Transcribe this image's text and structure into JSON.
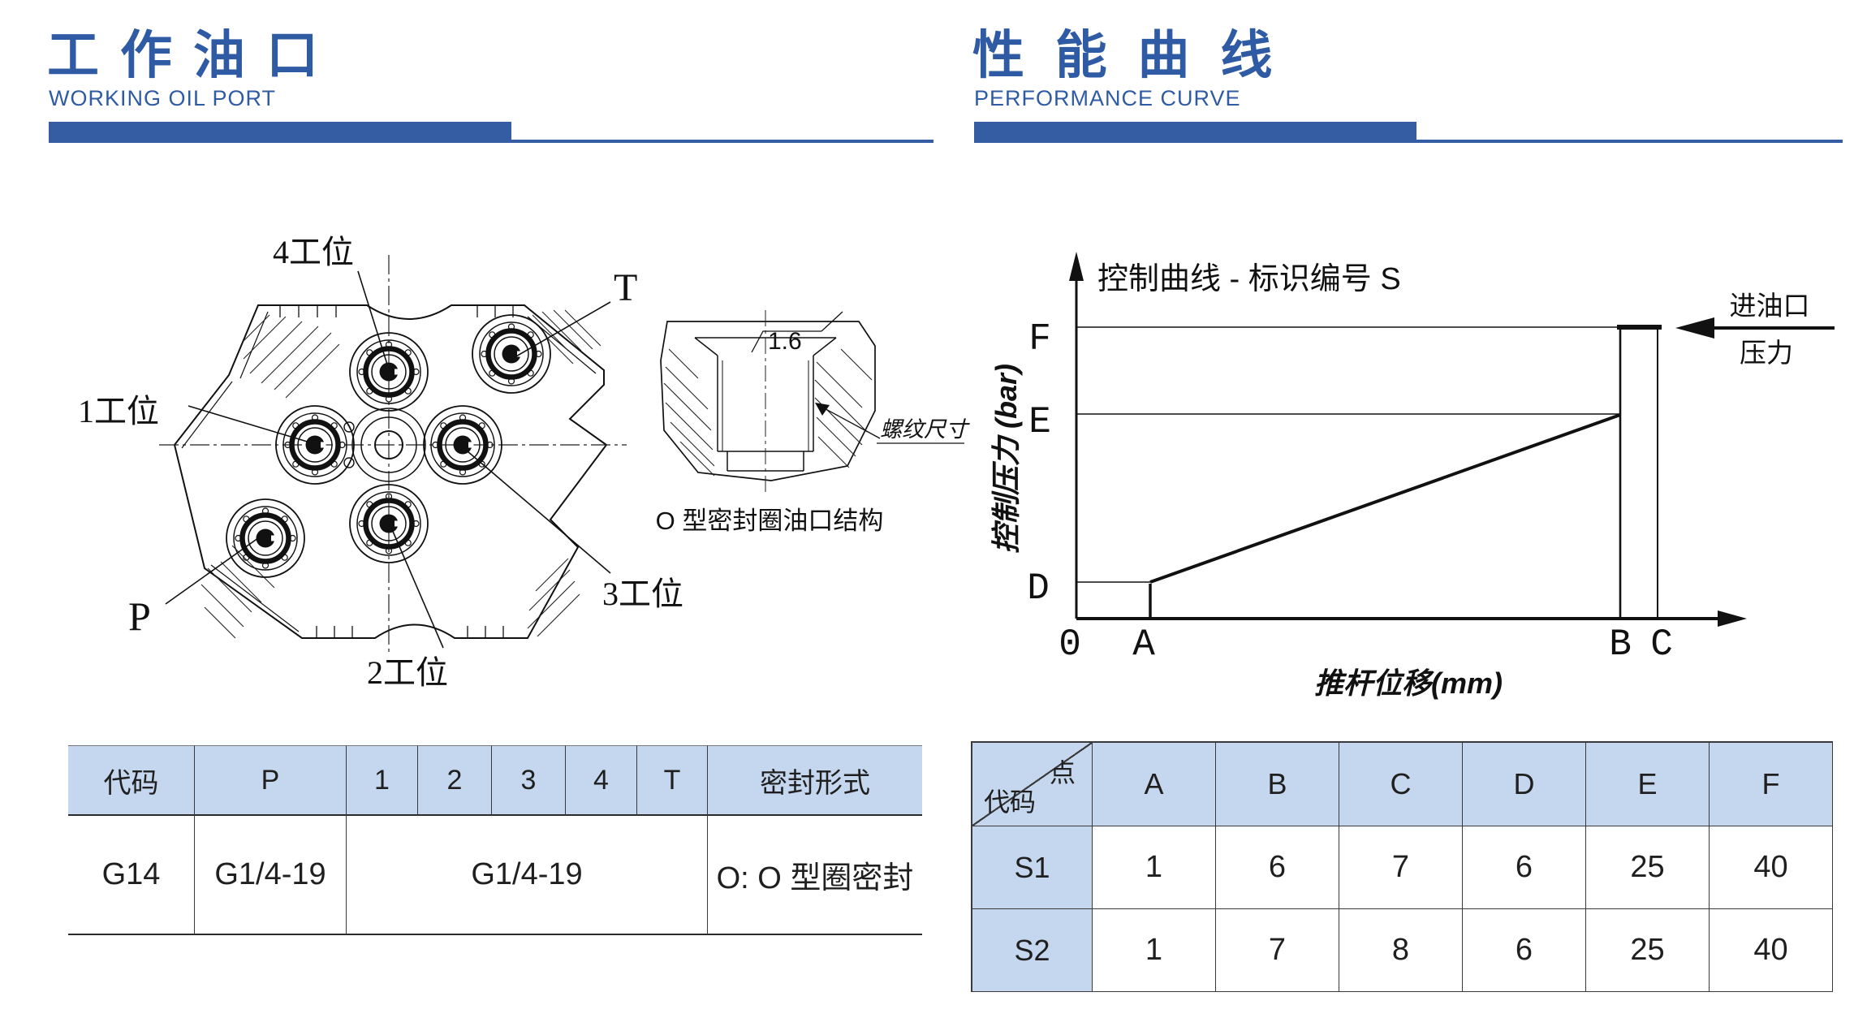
{
  "sections": {
    "left": {
      "title": "工作油口",
      "subtitle": "WORKING OIL PORT"
    },
    "right": {
      "title": "性 能 曲 线",
      "subtitle": "PERFORMANCE CURVE"
    }
  },
  "drawing": {
    "station1": "1工位",
    "station2": "2工位",
    "station3": "3工位",
    "station4": "4工位",
    "port_p": "P",
    "port_t": "T",
    "roughness": "1.6",
    "thread_label": "螺纹尺寸",
    "detail_caption": "O 型密封圈油口结构"
  },
  "port_table": {
    "headers": [
      "代码",
      "P",
      "1",
      "2",
      "3",
      "4",
      "T",
      "密封形式"
    ],
    "row": {
      "code": "G14",
      "p_thread": "G1/4-19",
      "work_threads": "G1/4-19",
      "seal": "O: O 型圈密封"
    }
  },
  "chart_data": {
    "type": "line",
    "title": "控制曲线 - 标识编号 S",
    "xlabel": "推杆位移(mm)",
    "ylabel": "控制压力 (bar)",
    "x_ticks": [
      "0",
      "A",
      "B",
      "C"
    ],
    "y_ticks": [
      "D",
      "E",
      "F"
    ],
    "inlet_top": "进油口",
    "inlet_bottom": "压力",
    "series": [
      {
        "name": "控制曲线 S",
        "points_symbolic": [
          [
            "0",
            "D"
          ],
          [
            "A",
            "D"
          ],
          [
            "B",
            "E"
          ],
          [
            "B",
            "F"
          ]
        ]
      },
      {
        "name": "进油口压力",
        "points_symbolic": [
          [
            "B",
            "F"
          ],
          [
            "C",
            "F"
          ]
        ]
      }
    ],
    "guide_lines": [
      {
        "axis": "y",
        "at": "F",
        "span": [
          "0",
          "B"
        ]
      },
      {
        "axis": "y",
        "at": "E",
        "span": [
          "0",
          "B"
        ]
      },
      {
        "axis": "y",
        "at": "D",
        "span": [
          "0",
          "A"
        ]
      },
      {
        "axis": "x",
        "at": "A",
        "span": [
          "0",
          "D"
        ]
      },
      {
        "axis": "x",
        "at": "B",
        "span": [
          "0",
          "F"
        ]
      },
      {
        "axis": "x",
        "at": "C",
        "span": [
          "0",
          "F"
        ]
      }
    ],
    "legend_position": "none",
    "grid": false
  },
  "curve_table": {
    "corner": {
      "top": "点",
      "bottom": "代码"
    },
    "point_headers": [
      "A",
      "B",
      "C",
      "D",
      "E",
      "F"
    ],
    "rows": [
      {
        "code": "S1",
        "values": [
          1,
          6,
          7,
          6,
          25,
          40
        ]
      },
      {
        "code": "S2",
        "values": [
          1,
          7,
          8,
          6,
          25,
          40
        ]
      }
    ]
  },
  "colors": {
    "accent": "#2F5BA5",
    "bar": "#345DA4",
    "table_header_bg": "#C5D7EE",
    "line": "#1A1A1A"
  }
}
